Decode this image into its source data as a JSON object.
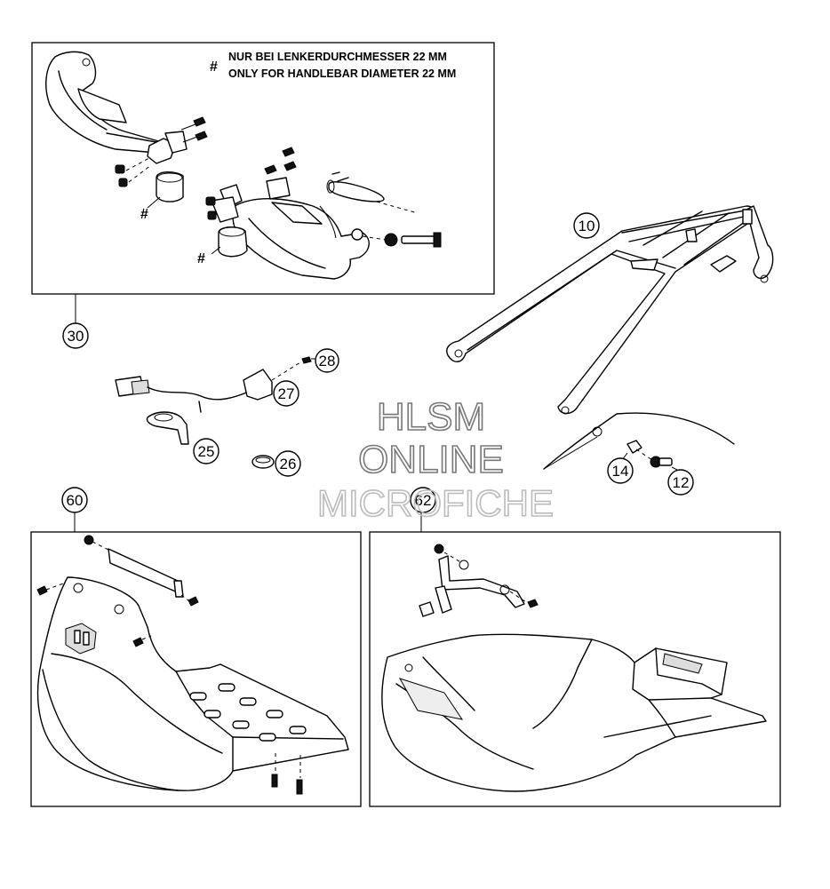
{
  "note": {
    "marker": "#",
    "line_de": "NUR BEI LENKERDURCHMESSER 22 MM",
    "line_en": "ONLY FOR HANDLEBAR DIAMETER 22 MM"
  },
  "hash_marker": "#",
  "callouts": {
    "c30": "30",
    "c10": "10",
    "c28": "28",
    "c27": "27",
    "c25": "25",
    "c26": "26",
    "c14": "14",
    "c12": "12",
    "c60": "60",
    "c62": "62"
  },
  "watermark": {
    "line1": "HLSM",
    "line2": "ONLINE",
    "line3": "MICROFICHE",
    "color_dark": "#777777",
    "color_light": "#bbbbbb"
  }
}
